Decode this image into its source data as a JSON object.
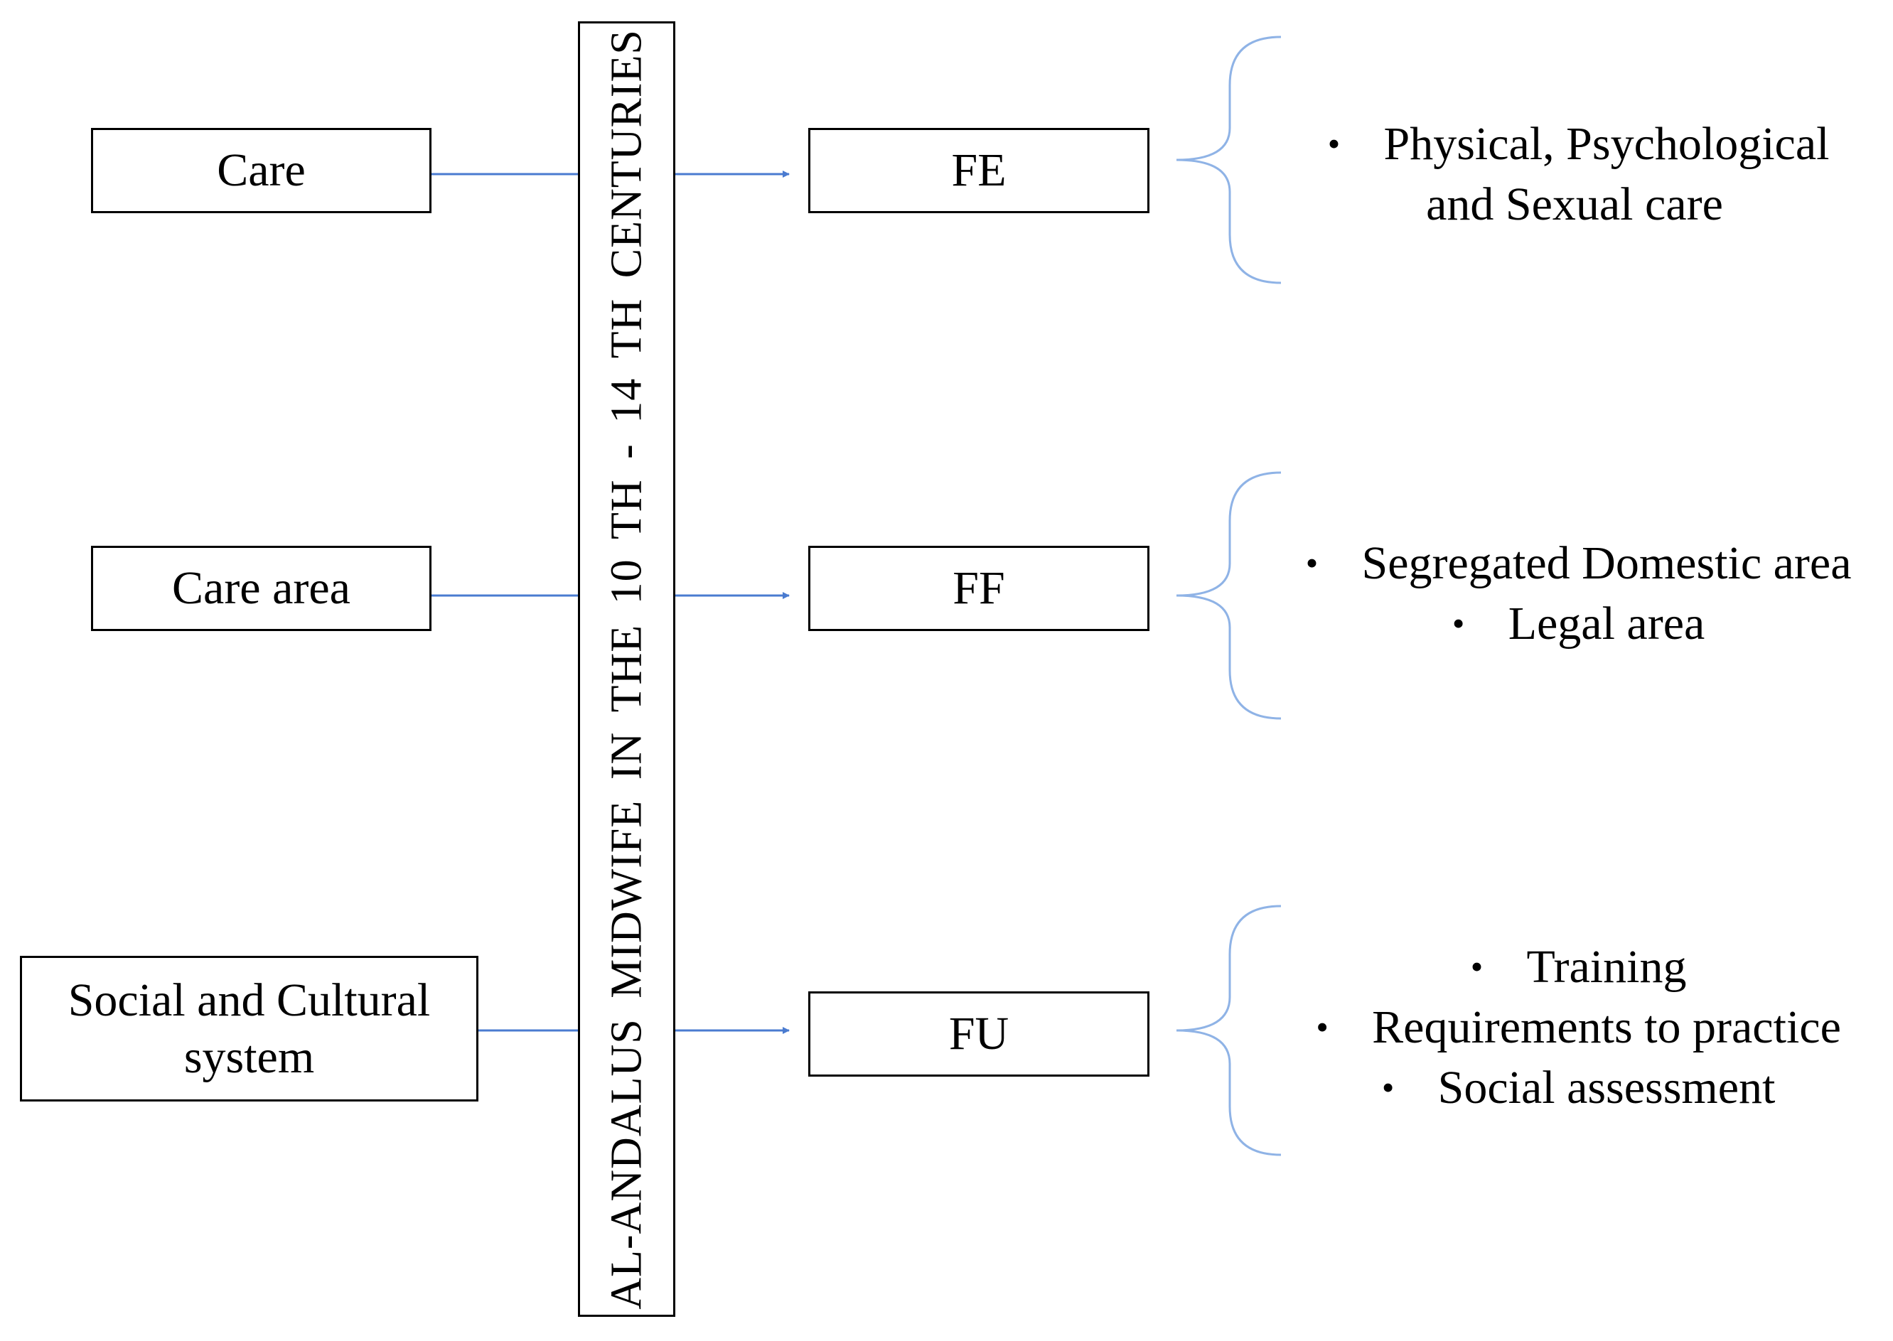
{
  "colors": {
    "connector": "#4a7bd0",
    "brace": "#8fb3e6",
    "box_border": "#000000",
    "text": "#000000"
  },
  "central_title": "AL-ANDALUS MIDWIFE  IN  THE  10 TH - 14 TH  CENTURIES",
  "left_boxes": {
    "care": "Care",
    "care_area": "Care area",
    "social_line1": "Social and Cultural",
    "social_line2": "system"
  },
  "codes": {
    "fe": "FE",
    "ff": "FF",
    "fu": "FU"
  },
  "details": {
    "fe": [
      "Physical, Psychological",
      "and Sexual care"
    ],
    "ff": [
      "Segregated Domestic area",
      "Legal area"
    ],
    "fu": [
      "Training",
      "Requirements to practice",
      "Social assessment"
    ]
  },
  "bullet_symbol": "•"
}
